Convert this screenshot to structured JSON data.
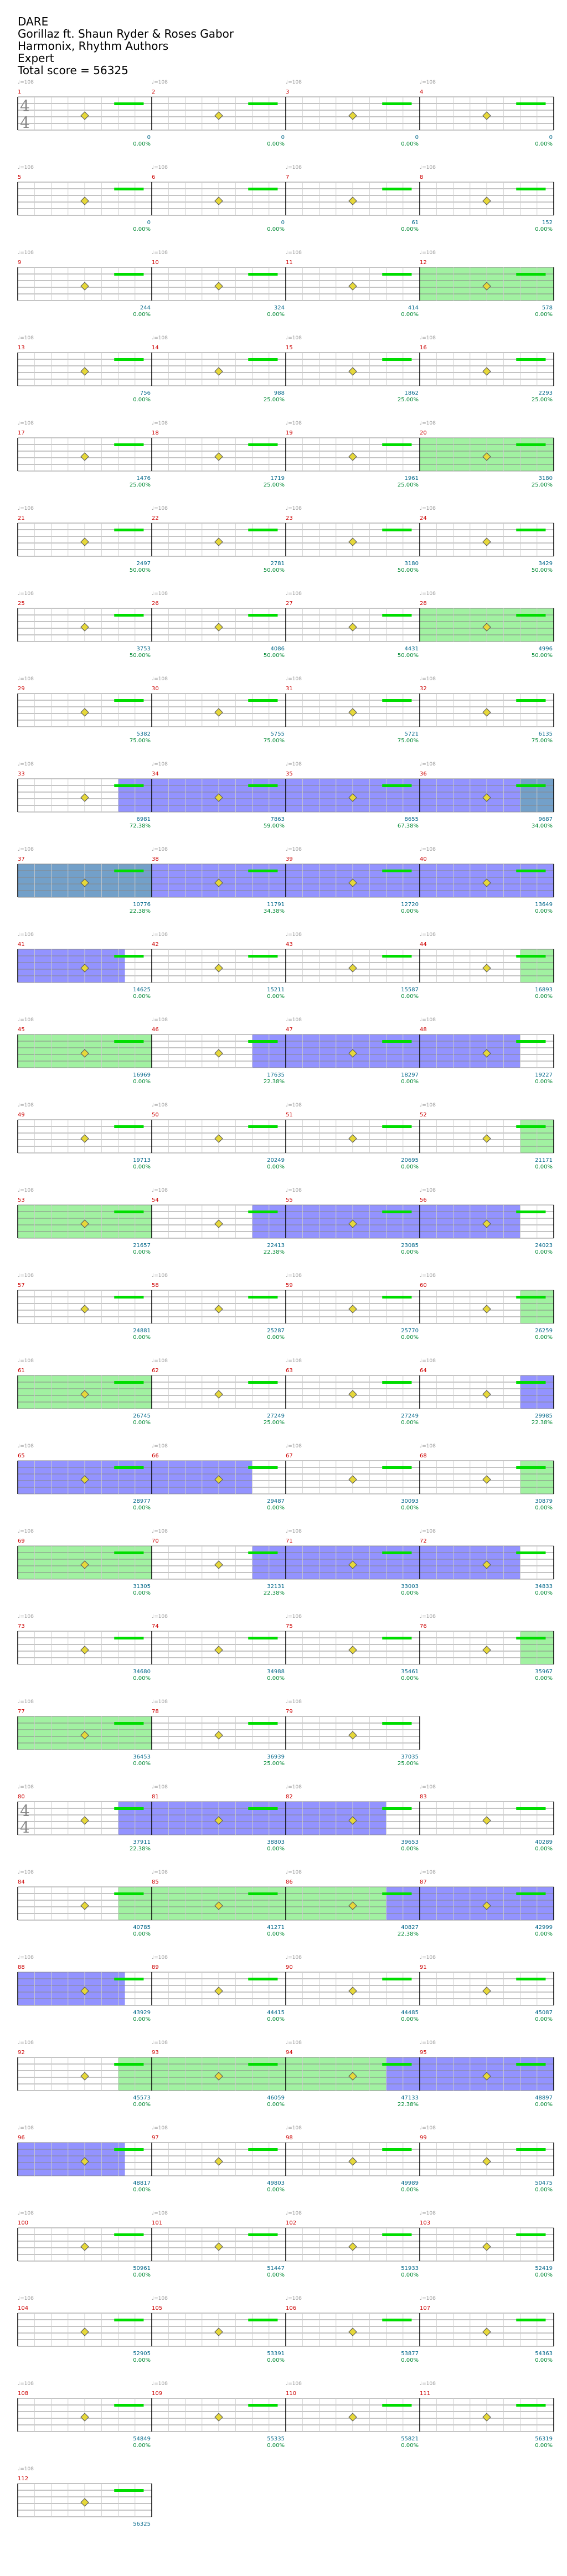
{
  "header": {
    "title": "DARE",
    "artist": "Gorillaz ft. Shaun Ryder & Roses Gabor",
    "charter": "Harmonix, Rhythm Authors",
    "difficulty": "Expert",
    "total_score": "Total score = 56325"
  },
  "time_signature": {
    "top": "4",
    "bottom": "4"
  },
  "tempo_text": "♩=108",
  "colors": {
    "star_power": "#00dd00",
    "overdrive_green": "#90ee90",
    "overdrive_blue": "#8080ff",
    "overdrive_dark": "#5a8fbf",
    "note": "#e6d83a",
    "measure_number": "#cc0000",
    "score": "#006688",
    "percent": "#008833",
    "staff": "#888888"
  },
  "rows": [
    {
      "measures": [
        1,
        2,
        3,
        4
      ],
      "scores": [
        "0",
        "0",
        "0",
        "0"
      ],
      "pcts": [
        "0.00%",
        "0.00%",
        "0.00%",
        "0.00%"
      ]
    },
    {
      "measures": [
        5,
        6,
        7,
        8
      ],
      "scores": [
        "0",
        "0",
        "61",
        "152"
      ],
      "pcts": [
        "0.00%",
        "0.00%",
        "0.00%",
        "0.00%"
      ]
    },
    {
      "measures": [
        9,
        10,
        11,
        12
      ],
      "scores": [
        "244",
        "324",
        "414",
        "578"
      ],
      "pcts": [
        "0.00%",
        "0.00%",
        "0.00%",
        "0.00%"
      ]
    },
    {
      "measures": [
        13,
        14,
        15,
        16
      ],
      "scores": [
        "756",
        "988",
        "1862",
        "2293"
      ],
      "pcts": [
        "0.00%",
        "25.00%",
        "25.00%",
        "25.00%"
      ]
    },
    {
      "measures": [
        17,
        18,
        19,
        20
      ],
      "scores": [
        "1476",
        "1719",
        "1961",
        "3180"
      ],
      "pcts": [
        "25.00%",
        "25.00%",
        "25.00%",
        "25.00%"
      ]
    },
    {
      "measures": [
        21,
        22,
        23,
        24
      ],
      "scores": [
        "2497",
        "2781",
        "3180",
        "3429"
      ],
      "pcts": [
        "50.00%",
        "50.00%",
        "50.00%",
        "50.00%"
      ]
    },
    {
      "measures": [
        25,
        26,
        27,
        28
      ],
      "scores": [
        "3753",
        "4086",
        "4431",
        "4996"
      ],
      "pcts": [
        "50.00%",
        "50.00%",
        "50.00%",
        "50.00%"
      ]
    },
    {
      "measures": [
        29,
        30,
        31,
        32
      ],
      "scores": [
        "5382",
        "5755",
        "5721",
        "6135"
      ],
      "pcts": [
        "75.00%",
        "75.00%",
        "75.00%",
        "75.00%"
      ]
    },
    {
      "measures": [
        33,
        34,
        35,
        36
      ],
      "scores": [
        "6981",
        "7863",
        "8655",
        "9687"
      ],
      "pcts": [
        "72.38%",
        "59.00%",
        "67.38%",
        "34.00%"
      ]
    },
    {
      "measures": [
        37,
        38,
        39,
        40
      ],
      "scores": [
        "10776",
        "11791",
        "12720",
        "13649"
      ],
      "pcts": [
        "22.38%",
        "34.38%",
        "0.00%",
        "0.00%"
      ]
    },
    {
      "measures": [
        41,
        42,
        43,
        44
      ],
      "scores": [
        "14625",
        "15211",
        "15587",
        "16893"
      ],
      "pcts": [
        "0.00%",
        "0.00%",
        "0.00%",
        "0.00%"
      ]
    },
    {
      "measures": [
        45,
        46,
        47,
        48
      ],
      "scores": [
        "16969",
        "17635",
        "18297",
        "19227"
      ],
      "pcts": [
        "0.00%",
        "22.38%",
        "0.00%",
        "0.00%"
      ]
    },
    {
      "measures": [
        49,
        50,
        51,
        52
      ],
      "scores": [
        "19713",
        "20249",
        "20695",
        "21171"
      ],
      "pcts": [
        "0.00%",
        "0.00%",
        "0.00%",
        "0.00%"
      ]
    },
    {
      "measures": [
        53,
        54,
        55,
        56
      ],
      "scores": [
        "21657",
        "22413",
        "23085",
        "24023"
      ],
      "pcts": [
        "0.00%",
        "22.38%",
        "0.00%",
        "0.00%"
      ]
    },
    {
      "measures": [
        57,
        58,
        59,
        60
      ],
      "scores": [
        "24881",
        "25287",
        "25770",
        "26259"
      ],
      "pcts": [
        "0.00%",
        "0.00%",
        "0.00%",
        "0.00%"
      ]
    },
    {
      "measures": [
        61,
        62,
        63,
        64
      ],
      "scores": [
        "26745",
        "27249",
        "27249",
        "29985"
      ],
      "pcts": [
        "0.00%",
        "25.00%",
        "0.00%",
        "22.38%"
      ]
    },
    {
      "measures": [
        65,
        66,
        67,
        68
      ],
      "scores": [
        "28977",
        "29487",
        "30093",
        "30879"
      ],
      "pcts": [
        "0.00%",
        "0.00%",
        "0.00%",
        "0.00%"
      ]
    },
    {
      "measures": [
        69,
        70,
        71,
        72
      ],
      "scores": [
        "31305",
        "32131",
        "33003",
        "34833"
      ],
      "pcts": [
        "0.00%",
        "22.38%",
        "0.00%",
        "0.00%"
      ]
    },
    {
      "measures": [
        73,
        74,
        75,
        76
      ],
      "scores": [
        "34680",
        "34988",
        "35461",
        "35967"
      ],
      "pcts": [
        "0.00%",
        "0.00%",
        "0.00%",
        "0.00%"
      ]
    },
    {
      "measures": [
        77,
        78,
        79
      ],
      "scores": [
        "36453",
        "36939",
        "37035"
      ],
      "pcts": [
        "0.00%",
        "25.00%",
        "25.00%"
      ]
    },
    {
      "measures": [
        80,
        81,
        82,
        83
      ],
      "scores": [
        "37911",
        "38803",
        "39653",
        "40289"
      ],
      "pcts": [
        "22.38%",
        "0.00%",
        "0.00%",
        "0.00%"
      ]
    },
    {
      "measures": [
        84,
        85,
        86,
        87
      ],
      "scores": [
        "40785",
        "41271",
        "40827",
        "42999"
      ],
      "pcts": [
        "0.00%",
        "0.00%",
        "22.38%",
        "0.00%"
      ]
    },
    {
      "measures": [
        88,
        89,
        90,
        91
      ],
      "scores": [
        "43929",
        "44415",
        "44485",
        "45087"
      ],
      "pcts": [
        "0.00%",
        "0.00%",
        "0.00%",
        "0.00%"
      ]
    },
    {
      "measures": [
        92,
        93,
        94,
        95
      ],
      "scores": [
        "45573",
        "46059",
        "47133",
        "48897"
      ],
      "pcts": [
        "0.00%",
        "0.00%",
        "22.38%",
        "0.00%"
      ]
    },
    {
      "measures": [
        96,
        97,
        98,
        99
      ],
      "scores": [
        "48817",
        "49803",
        "49989",
        "50475"
      ],
      "pcts": [
        "0.00%",
        "0.00%",
        "0.00%",
        "0.00%"
      ]
    },
    {
      "measures": [
        100,
        101,
        102,
        103
      ],
      "scores": [
        "50961",
        "51447",
        "51933",
        "52419"
      ],
      "pcts": [
        "0.00%",
        "0.00%",
        "0.00%",
        "0.00%"
      ]
    },
    {
      "measures": [
        104,
        105,
        106,
        107
      ],
      "scores": [
        "52905",
        "53391",
        "53877",
        "54363"
      ],
      "pcts": [
        "0.00%",
        "0.00%",
        "0.00%",
        "0.00%"
      ]
    },
    {
      "measures": [
        108,
        109,
        110,
        111
      ],
      "scores": [
        "54849",
        "55335",
        "55821",
        "56319"
      ],
      "pcts": [
        "0.00%",
        "0.00%",
        "0.00%",
        "0.00%"
      ]
    },
    {
      "measures": [
        112
      ],
      "scores": [
        "56325"
      ],
      "pcts": [
        ""
      ]
    }
  ],
  "overdrive": [
    {
      "row": 2,
      "from": 3.0,
      "to": 4.0,
      "color": "overdrive_green"
    },
    {
      "row": 4,
      "from": 3.0,
      "to": 4.0,
      "color": "overdrive_green"
    },
    {
      "row": 6,
      "from": 3.0,
      "to": 4.0,
      "color": "overdrive_green"
    },
    {
      "row": 8,
      "from": 0.75,
      "to": 3.75,
      "color": "overdrive_blue"
    },
    {
      "row": 8,
      "from": 3.75,
      "to": 4.0,
      "color": "overdrive_dark"
    },
    {
      "row": 9,
      "from": 0.0,
      "to": 1.0,
      "color": "overdrive_dark"
    },
    {
      "row": 9,
      "from": 1.0,
      "to": 4.0,
      "color": "overdrive_blue"
    },
    {
      "row": 10,
      "from": 0.0,
      "to": 0.8,
      "color": "overdrive_blue"
    },
    {
      "row": 10,
      "from": 3.75,
      "to": 4.0,
      "color": "overdrive_green"
    },
    {
      "row": 11,
      "from": 0.0,
      "to": 1.0,
      "color": "overdrive_green"
    },
    {
      "row": 11,
      "from": 1.75,
      "to": 3.75,
      "color": "overdrive_blue"
    },
    {
      "row": 12,
      "from": 3.75,
      "to": 4.0,
      "color": "overdrive_green"
    },
    {
      "row": 13,
      "from": 0.0,
      "to": 1.0,
      "color": "overdrive_green"
    },
    {
      "row": 13,
      "from": 1.75,
      "to": 3.75,
      "color": "overdrive_blue"
    },
    {
      "row": 14,
      "from": 3.75,
      "to": 4.0,
      "color": "overdrive_green"
    },
    {
      "row": 15,
      "from": 0.0,
      "to": 1.0,
      "color": "overdrive_green"
    },
    {
      "row": 15,
      "from": 3.75,
      "to": 4.0,
      "color": "overdrive_blue"
    },
    {
      "row": 16,
      "from": 0.0,
      "to": 1.75,
      "color": "overdrive_blue"
    },
    {
      "row": 16,
      "from": 3.75,
      "to": 4.0,
      "color": "overdrive_green"
    },
    {
      "row": 17,
      "from": 0.0,
      "to": 1.0,
      "color": "overdrive_green"
    },
    {
      "row": 17,
      "from": 1.75,
      "to": 3.75,
      "color": "overdrive_blue"
    },
    {
      "row": 18,
      "from": 3.75,
      "to": 4.0,
      "color": "overdrive_green"
    },
    {
      "row": 19,
      "from": 0.0,
      "to": 1.0,
      "color": "overdrive_green"
    },
    {
      "row": 20,
      "from": 0.75,
      "to": 2.75,
      "color": "overdrive_blue"
    },
    {
      "row": 21,
      "from": 0.75,
      "to": 2.75,
      "color": "overdrive_green"
    },
    {
      "row": 21,
      "from": 2.75,
      "to": 4.0,
      "color": "overdrive_blue"
    },
    {
      "row": 22,
      "from": 0.0,
      "to": 0.8,
      "color": "overdrive_blue"
    },
    {
      "row": 23,
      "from": 0.75,
      "to": 2.75,
      "color": "overdrive_green"
    },
    {
      "row": 23,
      "from": 2.75,
      "to": 4.0,
      "color": "overdrive_blue"
    },
    {
      "row": 24,
      "from": 0.0,
      "to": 0.8,
      "color": "overdrive_blue"
    }
  ]
}
